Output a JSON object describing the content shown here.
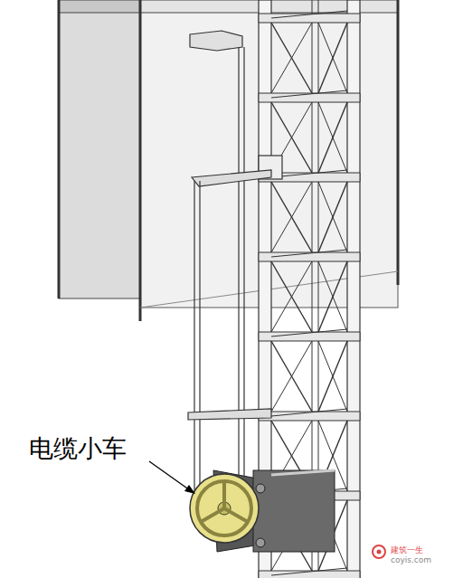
{
  "diagram": {
    "labels": [
      "电缆小车",
      "建筑一生",
      "coyis.com"
    ]
  }
}
